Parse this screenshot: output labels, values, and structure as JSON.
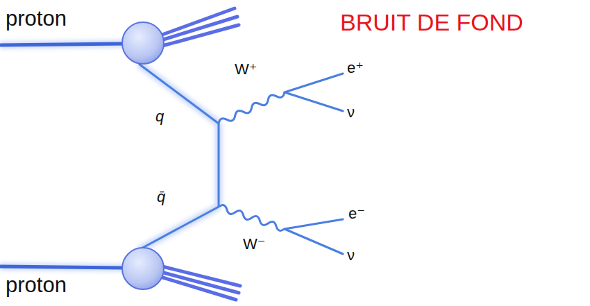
{
  "diagram": {
    "title": "BRUIT DE FOND",
    "labels": [
      "proton",
      "W⁺",
      "e⁺",
      "ν",
      "q",
      "q̄",
      "W⁻",
      "e⁻",
      "ν",
      "proton"
    ]
  }
}
